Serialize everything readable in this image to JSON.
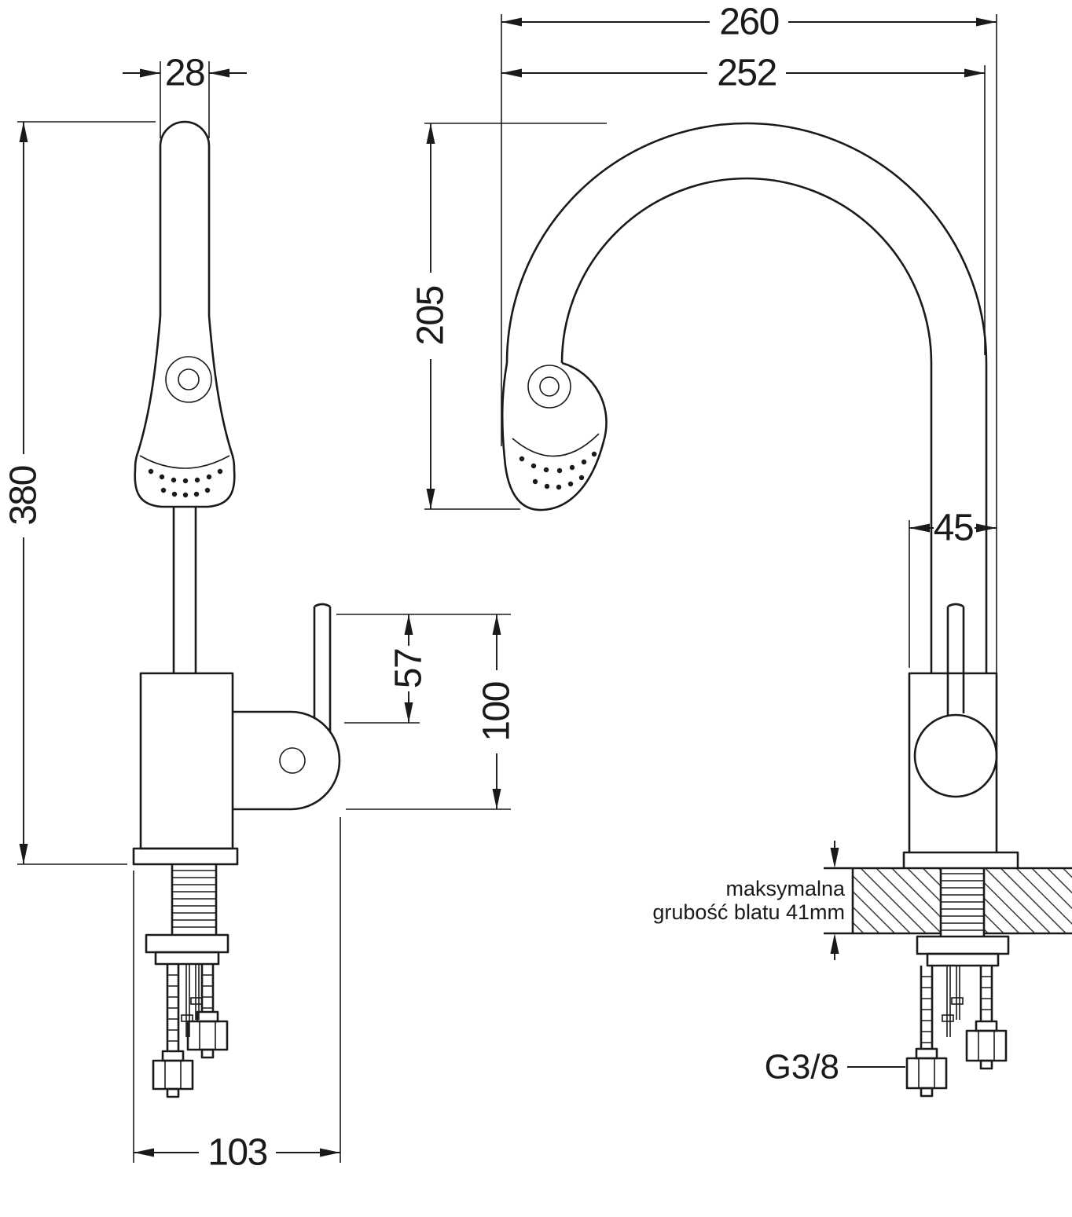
{
  "diagram": {
    "kind": "faucet installation drawing, two orthographic views",
    "dimensions": {
      "spout_top_width": "28",
      "total_height": "380",
      "lever_height": "57",
      "handle_assembly_height": "100",
      "base_depth": "103",
      "total_reach": "260",
      "spout_reach": "252",
      "spout_clearance": "205",
      "body_depth": "45"
    },
    "annotations": {
      "thread_size": "G3/8",
      "counter_note_line1": "maksymalna",
      "counter_note_line2": "grubość blatu 41mm"
    },
    "colors": {
      "line": "#1a1a1a",
      "background": "#ffffff"
    }
  }
}
